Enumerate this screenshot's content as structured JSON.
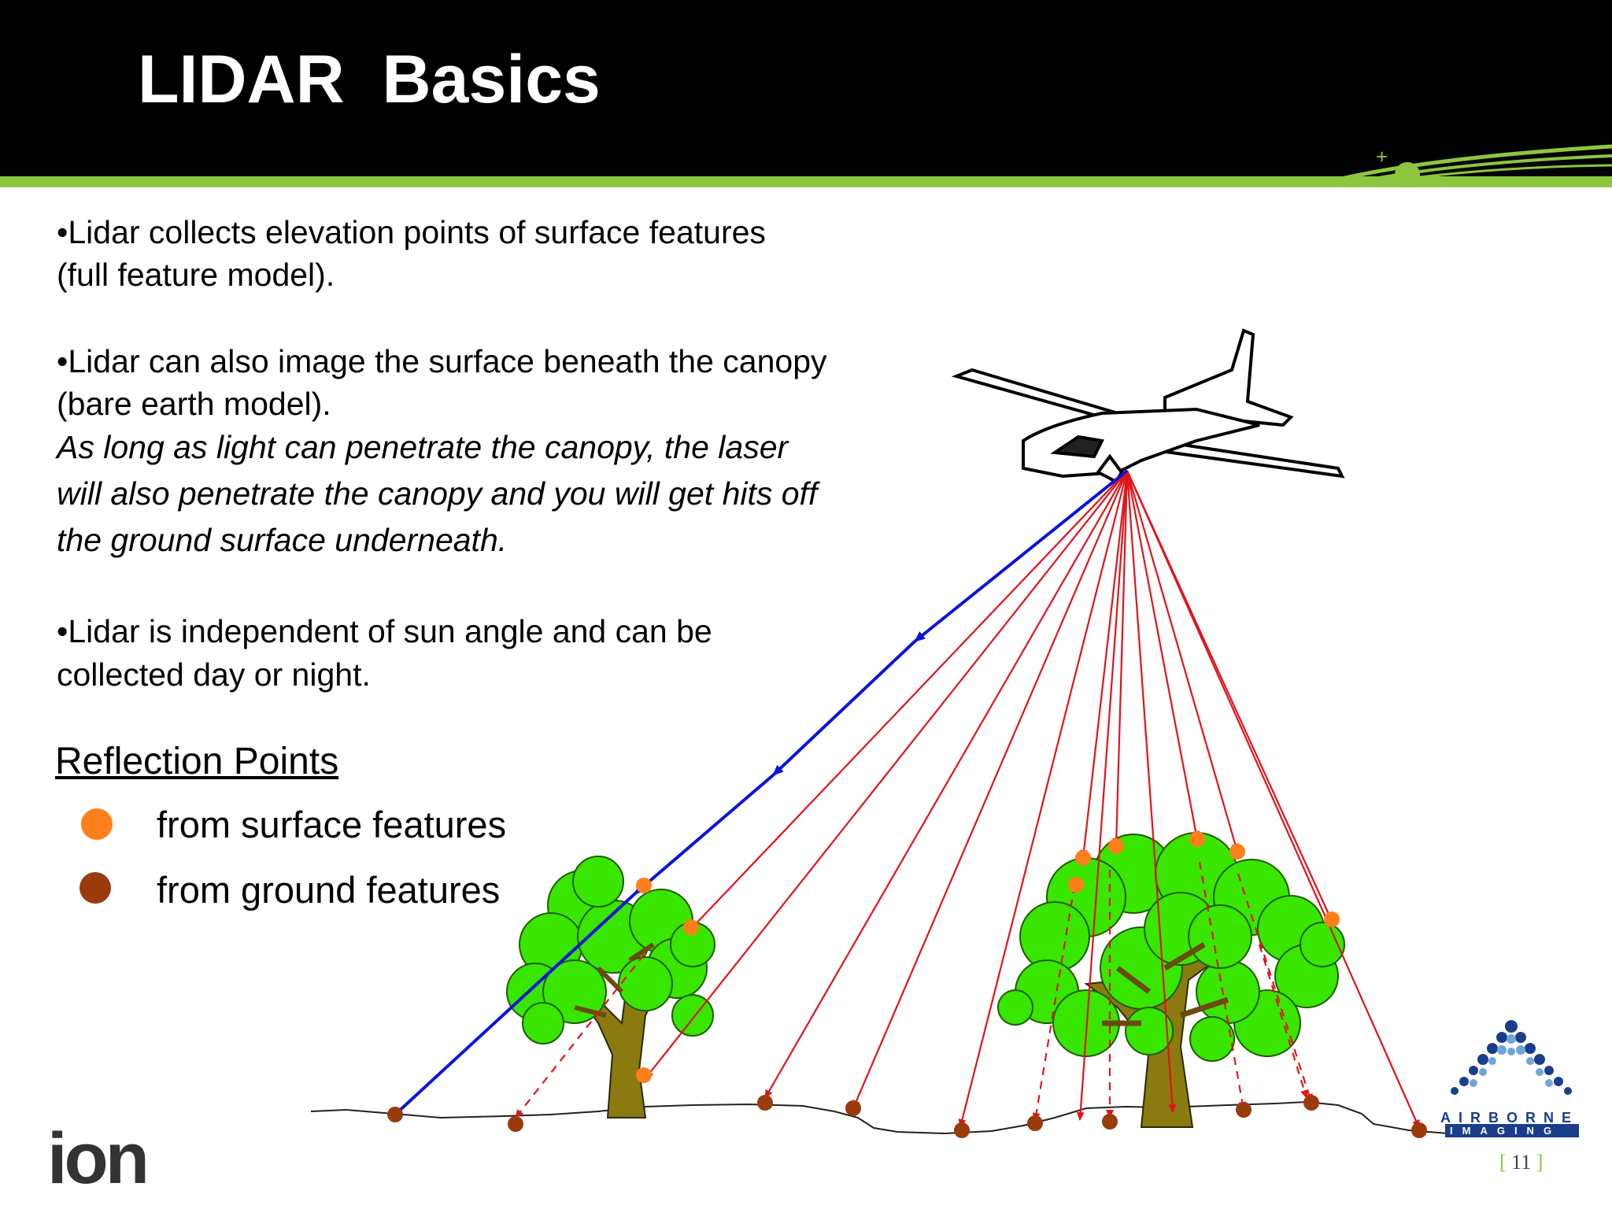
{
  "slide": {
    "title": "LIDAR  Basics",
    "page_number": "11"
  },
  "bullets": {
    "b1_line1": "•Lidar collects  elevation points of surface features",
    "b1_line2": "(full feature model).",
    "b2_line1": "•Lidar can also image the surface beneath the canopy",
    "b2_line2": "(bare earth model).",
    "b2_italic1": "As long as light can penetrate the canopy, the laser",
    "b2_italic2": "will also penetrate the canopy and you will get hits off",
    "b2_italic3": "the ground surface underneath.",
    "b3_line1": "•Lidar is independent of sun angle and can be",
    "b3_line2": "collected day or night."
  },
  "legend": {
    "title": "Reflection Points",
    "surface_label": "from surface features",
    "ground_label": "from ground features",
    "surface_color": "#ff7f1a",
    "ground_color": "#9b3a0a"
  },
  "logos": {
    "left": "ion",
    "right_line1": "AIRBORNE",
    "right_line2": "IMAGING"
  },
  "colors": {
    "header": "#000000",
    "accent_green": "#8cc63f",
    "laser_pulse": "#e0141a",
    "return_beam": "#0a14d8",
    "tree_foliage": "#39e600",
    "trunk": "#8a7a10"
  }
}
